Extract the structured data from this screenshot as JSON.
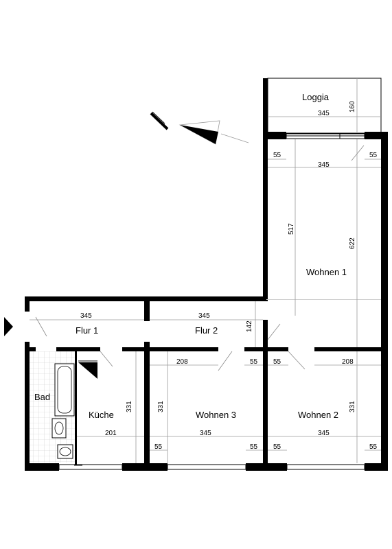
{
  "rooms": {
    "loggia": "Loggia",
    "wohnen1": "Wohnen 1",
    "flur1": "Flur 1",
    "flur2": "Flur 2",
    "bad": "Bad",
    "kueche": "Küche",
    "wohnen3": "Wohnen 3",
    "wohnen2": "Wohnen 2"
  },
  "dimensions": {
    "loggia_width": "345",
    "loggia_depth": "160",
    "wohnen1_left_pillar": "55",
    "wohnen1_right_pillar": "55",
    "wohnen1_width": "345",
    "wohnen1_depth_partial": "517",
    "wohnen1_depth_full": "622",
    "flur1_width": "345",
    "flur2_width": "345",
    "flur2_depth": "142",
    "wohnen3_top_wall": "208",
    "wohnen3_top_right": "55",
    "wohnen2_top_left": "55",
    "wohnen2_top_wall": "208",
    "kueche_depth": "331",
    "wohnen3_depth": "331",
    "wohnen2_depth": "331",
    "kueche_width": "201",
    "wohnen3_width": "345",
    "wohnen2_width": "345",
    "wohnen3_bottom_left": "55",
    "wohnen3_bottom_right": "55",
    "wohnen2_bottom_left": "55",
    "wohnen2_bottom_right": "55"
  }
}
